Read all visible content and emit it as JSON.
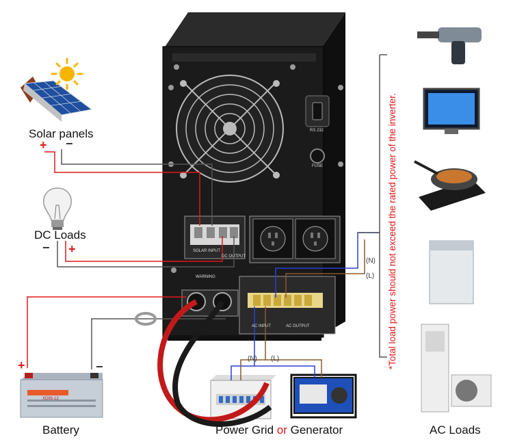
{
  "labels": {
    "solar_panels": "Solar panels",
    "dc_loads": "DC Loads",
    "battery": "Battery",
    "power_grid": "Power Grid",
    "or": "or",
    "generator": "Generator",
    "ac_loads": "AC Loads"
  },
  "polarity": {
    "plus": "+",
    "minus": "−"
  },
  "wire_tags": {
    "neutral": "(N)",
    "line": "(L)"
  },
  "note": "*Total load power should not exceed the rated power of the inverter.",
  "inverter_panel": {
    "rs232": "RS 232",
    "fuse": "FUSE",
    "solar_input": "SOLAR INPUT",
    "dc_output": "DC OUTPUT",
    "ac_output": "AC OUTPUT",
    "ac_input": "AC INPUT",
    "warning": "WARNING"
  },
  "battery_brand": "XD65-12",
  "colors": {
    "positive_wire": "#e0191b",
    "negative_wire": "#444444",
    "neutral_wire": "#2b3fd1",
    "line_wire": "#8a5a2b",
    "note_text": "#e0191b",
    "inverter_body": "#1a1a1a"
  }
}
